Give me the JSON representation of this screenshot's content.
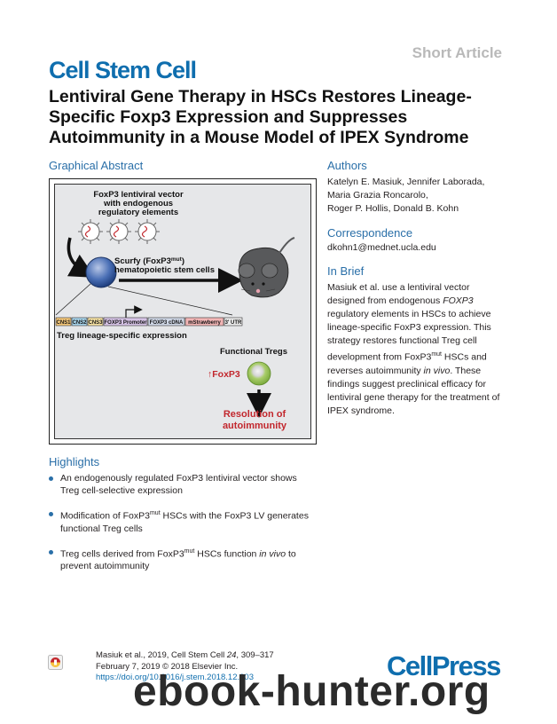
{
  "header": {
    "article_type": "Short Article",
    "journal": "Cell Stem Cell",
    "title": "Lentiviral Gene Therapy in HSCs Restores Lineage-Specific Foxp3 Expression and Suppresses Autoimmunity in a Mouse Model of IPEX Syndrome"
  },
  "graphical_abstract": {
    "heading": "Graphical Abstract",
    "vector_label_1": "FoxP3 lentiviral vector",
    "vector_label_2": "with endogenous",
    "vector_label_3": "regulatory elements",
    "scurfy_label_1": "Scurfy (FoxP3",
    "scurfy_sup": "mut",
    "scurfy_label_1_end": ")",
    "scurfy_label_2": "hematopoietic stem cells",
    "construct": [
      "CNS1",
      "CNS2",
      "CNS3",
      "FOXP3 Promoter",
      "FOXP3 cDNA",
      "mStrawberry",
      "3' UTR"
    ],
    "treg_expression": "Treg lineage-specific expression",
    "functional_tregs": "Functional Tregs",
    "foxp3_up": "↑FoxP3",
    "resolution_1": "Resolution of",
    "resolution_2": "autoimmunity",
    "colors": {
      "accent_red": "#c2272d",
      "stem_cell_blue": "#3a5fa8",
      "treg_green": "#9cc65a",
      "mouse_gray": "#58595b"
    }
  },
  "authors": {
    "heading": "Authors",
    "line1": "Katelyn E. Masiuk, Jennifer Laborada,",
    "line2": "Maria Grazia Roncarolo,",
    "line3": "Roger P. Hollis, Donald B. Kohn"
  },
  "correspondence": {
    "heading": "Correspondence",
    "email": "dkohn1@mednet.ucla.edu"
  },
  "in_brief": {
    "heading": "In Brief",
    "l1": "Masiuk et al. use a lentiviral vector",
    "l2": "designed from endogenous ",
    "l2_em": "FOXP3",
    "l3": "regulatory elements in HSCs to achieve",
    "l4": "lineage-specific FoxP3 expression. This",
    "l5": "strategy restores functional Treg cell",
    "l6a": "development from FoxP3",
    "l6_sup": "mut",
    "l6b": " HSCs and",
    "l7a": "reverses autoimmunity ",
    "l7_em": "in vivo",
    "l7b": ". These",
    "l8": "findings suggest preclinical efficacy for",
    "l9": "lentiviral gene therapy for the treatment of",
    "l10": "IPEX syndrome."
  },
  "highlights": {
    "heading": "Highlights",
    "h1_l1": "An endogenously regulated FoxP3 lentiviral vector shows",
    "h1_l2": "Treg cell-selective expression",
    "h2_l1a": "Modification of FoxP3",
    "h2_sup": "mut",
    "h2_l1b": " HSCs with the FoxP3 LV generates",
    "h2_l2": "functional Treg cells",
    "h3_l1a": "Treg cells derived from FoxP3",
    "h3_sup": "mut",
    "h3_l1b": " HSCs function ",
    "h3_em": "in vivo",
    "h3_l1c": " to",
    "h3_l2": "prevent autoimmunity"
  },
  "footer": {
    "cite_a": "Masiuk et al., 2019, Cell Stem Cell ",
    "cite_vol": "24",
    "cite_b": ", 309–317",
    "date_line": "February 7, 2019 © 2018 Elsevier Inc.",
    "doi": "https://doi.org/10.1016/j.stem.2018.12.003",
    "publisher": "CellPress",
    "watermark": "ebook-hunter.org"
  }
}
